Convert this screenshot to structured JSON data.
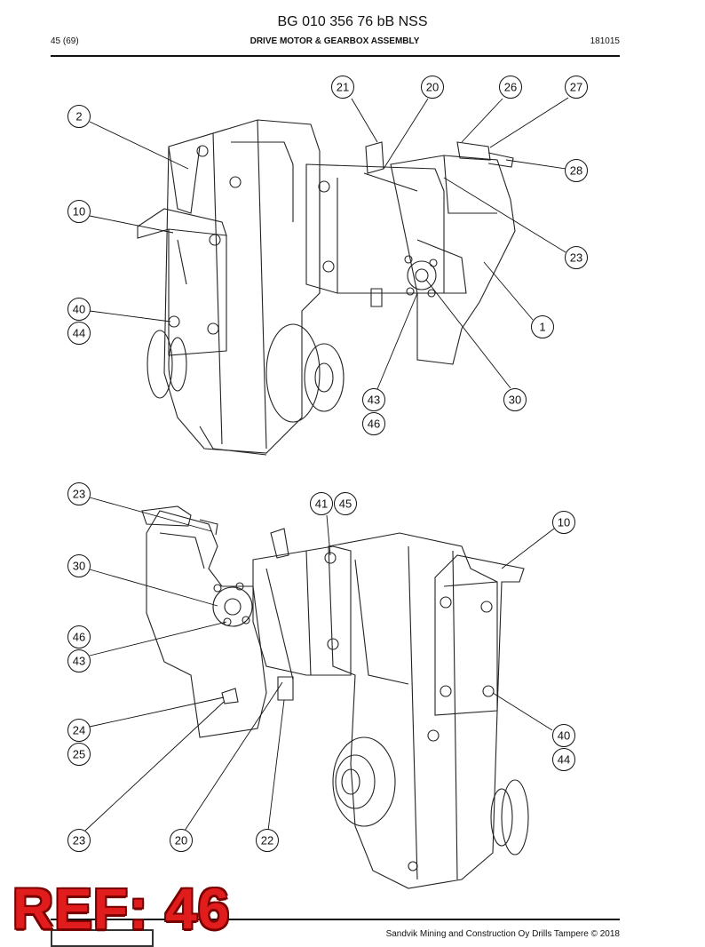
{
  "header": {
    "doc_number": "BG 010 356 76 bB NSS",
    "page": "45 (69)",
    "section_title": "DRIVE MOTOR & GEARBOX ASSEMBLY",
    "date_code": "181015"
  },
  "callouts": {
    "top_view": [
      "21",
      "20",
      "26",
      "27",
      "2",
      "28",
      "10",
      "23",
      "40",
      "44",
      "1",
      "43",
      "46",
      "30"
    ],
    "bottom_view": [
      "23",
      "41",
      "45",
      "10",
      "30",
      "46",
      "43",
      "24",
      "25",
      "40",
      "44",
      "23",
      "20",
      "22"
    ]
  },
  "stamp": {
    "text": "REF: 46",
    "color": "#e11c1c"
  },
  "footer": {
    "copyright": "Sandvik Mining and Construction Oy Drills Tampere © 2018"
  }
}
